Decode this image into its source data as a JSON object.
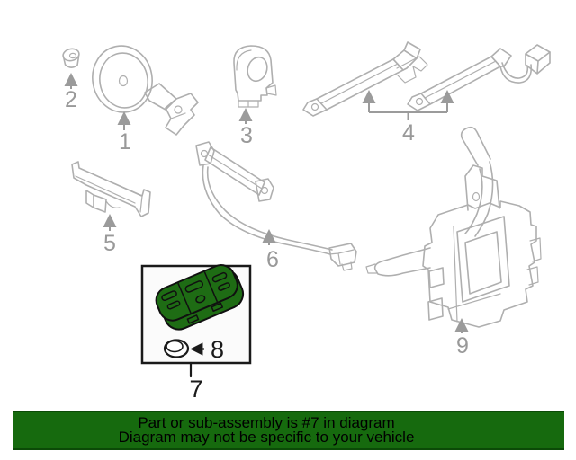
{
  "banner": {
    "line1": "Part or sub-assembly is #7 in diagram",
    "line2": "Diagram may not be specific to your vehicle",
    "background_color": "#166A0E",
    "border_color": "#0B4A07",
    "text_color": "#000000"
  },
  "diagram": {
    "line_color": "#AFAFAF",
    "label_color": "#999999",
    "callout_color": "#1A1A1A",
    "highlight_fill": "#1E6C14",
    "highlight_box_background": "#FBFBFB",
    "part_labels": [
      "1",
      "2",
      "3",
      "4",
      "5",
      "6",
      "7",
      "8",
      "9"
    ],
    "highlighted_part": "7"
  }
}
